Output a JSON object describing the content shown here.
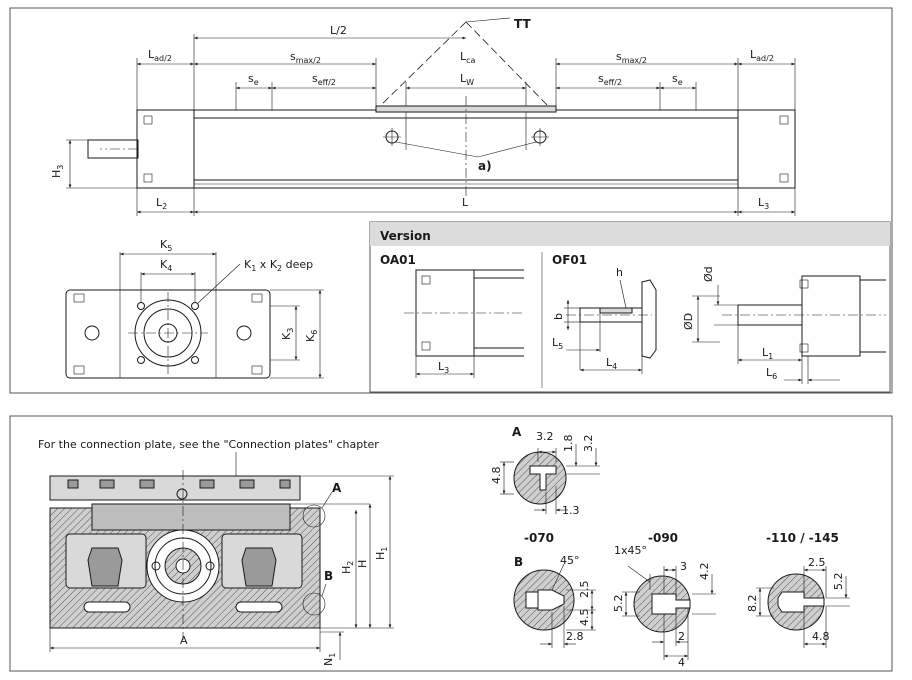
{
  "top": {
    "TT": "TT",
    "L_half": "L/2",
    "Lad_left": "L",
    "Lad_left_sub": "ad/2",
    "Lad_right": "L",
    "Lad_right_sub": "ad/2",
    "smax_left": "s",
    "smax_left_sub": "max/2",
    "smax_right": "s",
    "smax_right_sub": "max/2",
    "Lca": "L",
    "Lca_sub": "ca",
    "se_left": "s",
    "se_left_sub": "e",
    "se_right": "s",
    "se_right_sub": "e",
    "seff_left": "s",
    "seff_left_sub": "eff/2",
    "seff_right": "s",
    "seff_right_sub": "eff/2",
    "Lw": "L",
    "Lw_sub": "W",
    "H3": "H",
    "H3_sub": "3",
    "a_label": "a)",
    "L2": "L",
    "L2_sub": "2",
    "L": "L",
    "L3": "L",
    "L3_sub": "3"
  },
  "end_view": {
    "K5": "K",
    "K5_sub": "5",
    "K4": "K",
    "K4_sub": "4",
    "K1K2_a": "K",
    "K1K2_a_sub": "1",
    "K1K2_x": " x K",
    "K1K2_b_sub": "2",
    "K1K2_deep": " deep",
    "K3": "K",
    "K3_sub": "3",
    "K6": "K",
    "K6_sub": "6"
  },
  "version": {
    "title": "Version",
    "oa01": "OA01",
    "of01": "OF01",
    "L3": "L",
    "L3_sub": "3",
    "h": "h",
    "b": "b",
    "L5": "L",
    "L5_sub": "5",
    "L4": "L",
    "L4_sub": "4",
    "phi_d": "Ød",
    "phi_D": "ØD",
    "L1": "L",
    "L1_sub": "1",
    "L6": "L",
    "L6_sub": "6"
  },
  "section": {
    "note": "For the connection plate, see the \"Connection plates\" chapter",
    "A": "A",
    "B": "B",
    "H2": "H",
    "H2_sub": "2",
    "H": "H",
    "H1": "H",
    "H1_sub": "1",
    "A_width": "A",
    "N1": "N",
    "N1_sub": "1"
  },
  "details": {
    "A_label": "A",
    "A_d1": "3.2",
    "A_d2": "1.8",
    "A_d3": "3.2",
    "A_d4": "4.8",
    "A_d5": "1.3",
    "v070": "-070",
    "v090": "-090",
    "v110": "-110 / -145",
    "B_label": "B",
    "b070_angle": "45°",
    "b070_d1": "2.5",
    "b070_d2": "4.5",
    "b070_d3": "2.8",
    "b090_chamfer": "1x45°",
    "b090_d1": "3",
    "b090_d2": "4.2",
    "b090_d3": "5.2",
    "b090_d4": "2",
    "b090_d5": "4",
    "b110_d1": "2.5",
    "b110_d2": "5.2",
    "b110_d3": "8.2",
    "b110_d4": "4.8"
  }
}
